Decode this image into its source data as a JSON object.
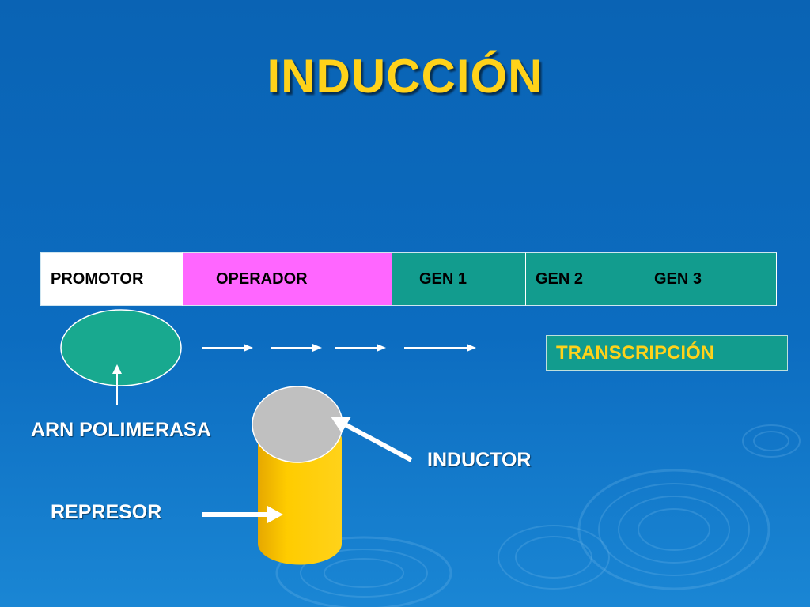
{
  "slide": {
    "title": "INDUCCIÓN",
    "gene_segments": {
      "promotor": "PROMOTOR",
      "operador": "OPERADOR",
      "gen1": "GEN 1",
      "gen2": "GEN 2",
      "gen3": "GEN 3"
    },
    "transcripcion": "TRANSCRIPCIÓN",
    "labels": {
      "arn_polimerasa": "ARN POLIMERASA",
      "inductor": "INDUCTOR",
      "represor": "REPRESOR"
    }
  },
  "colors": {
    "background": "#0c6cc0",
    "title": "#ffd21a",
    "promotor": "#ffffff",
    "operador": "#ff66ff",
    "gene": "#129c8e",
    "polymerase": "#18a98f",
    "repressor": "#ffcc00",
    "inducer": "#c0c0c0",
    "arrow": "#ffffff"
  },
  "icons": {
    "background": "water-ripple-decoration",
    "polymerase": "ellipse-shape",
    "repressor": "cylinder-shape",
    "inducer": "circle-shape"
  }
}
